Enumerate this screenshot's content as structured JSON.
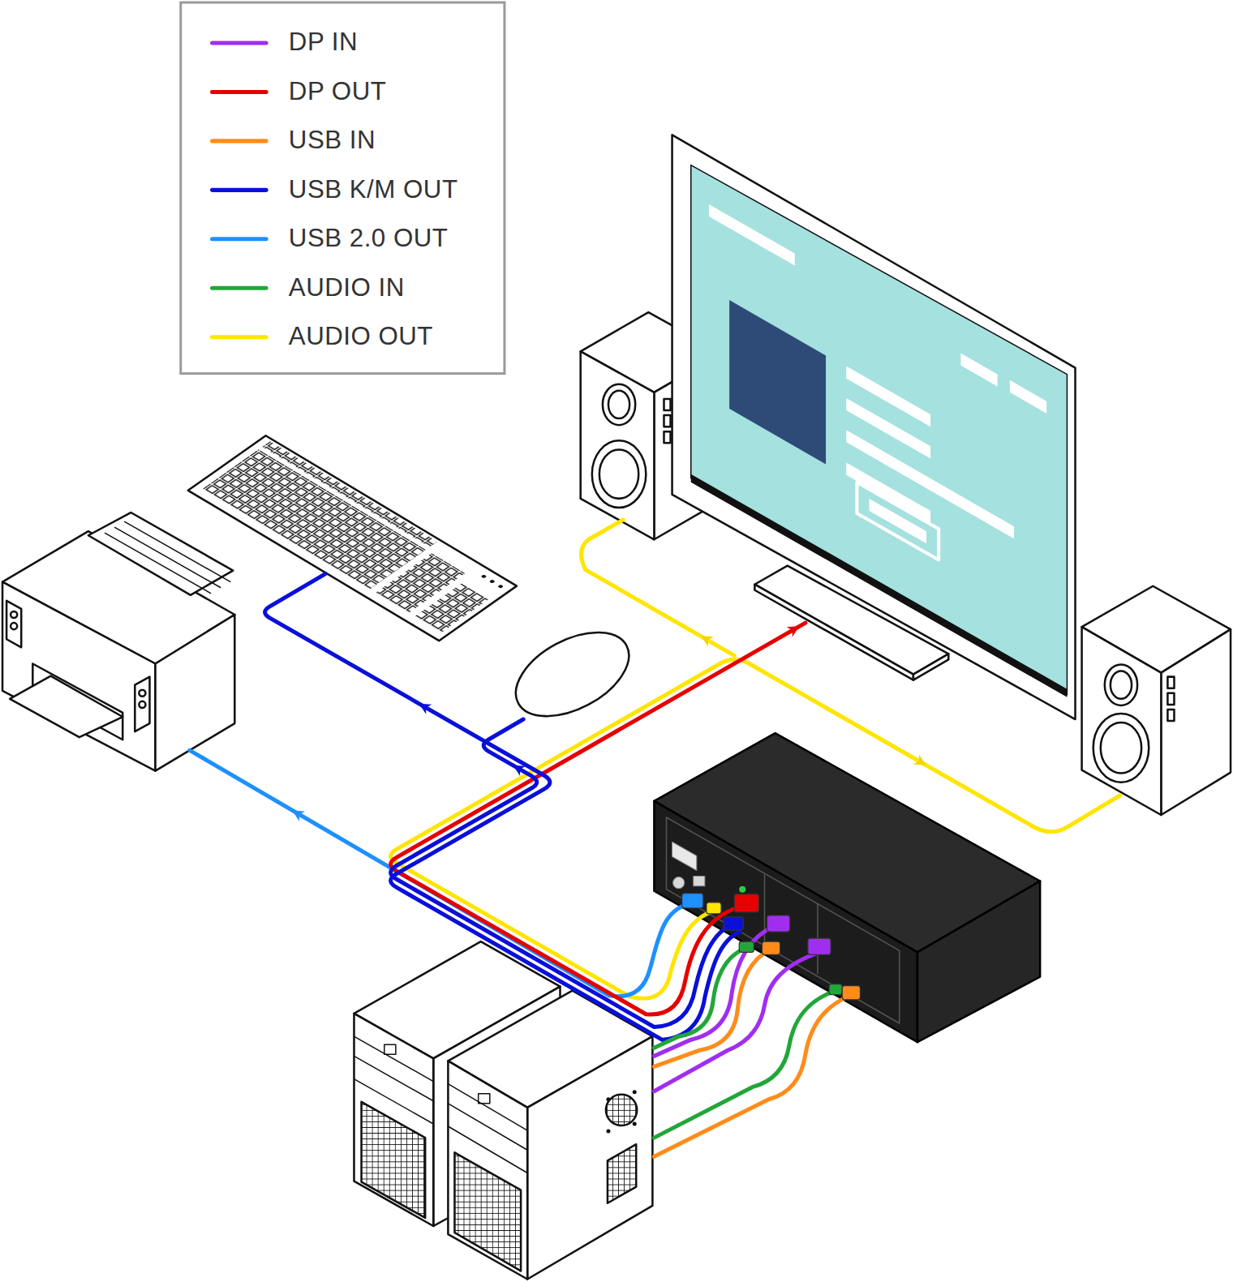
{
  "diagram": {
    "legend": [
      {
        "text": "DP IN",
        "color": "#a02ef0"
      },
      {
        "text": "DP OUT",
        "color": "#e60000"
      },
      {
        "text": "USB IN",
        "color": "#ff8c1a"
      },
      {
        "text": "USB K/M OUT",
        "color": "#0a10d8"
      },
      {
        "text": "USB 2.0 OUT",
        "color": "#1e90ff"
      },
      {
        "text": "AUDIO IN",
        "color": "#22a63a"
      },
      {
        "text": "AUDIO OUT",
        "color": "#ffe500"
      }
    ]
  }
}
